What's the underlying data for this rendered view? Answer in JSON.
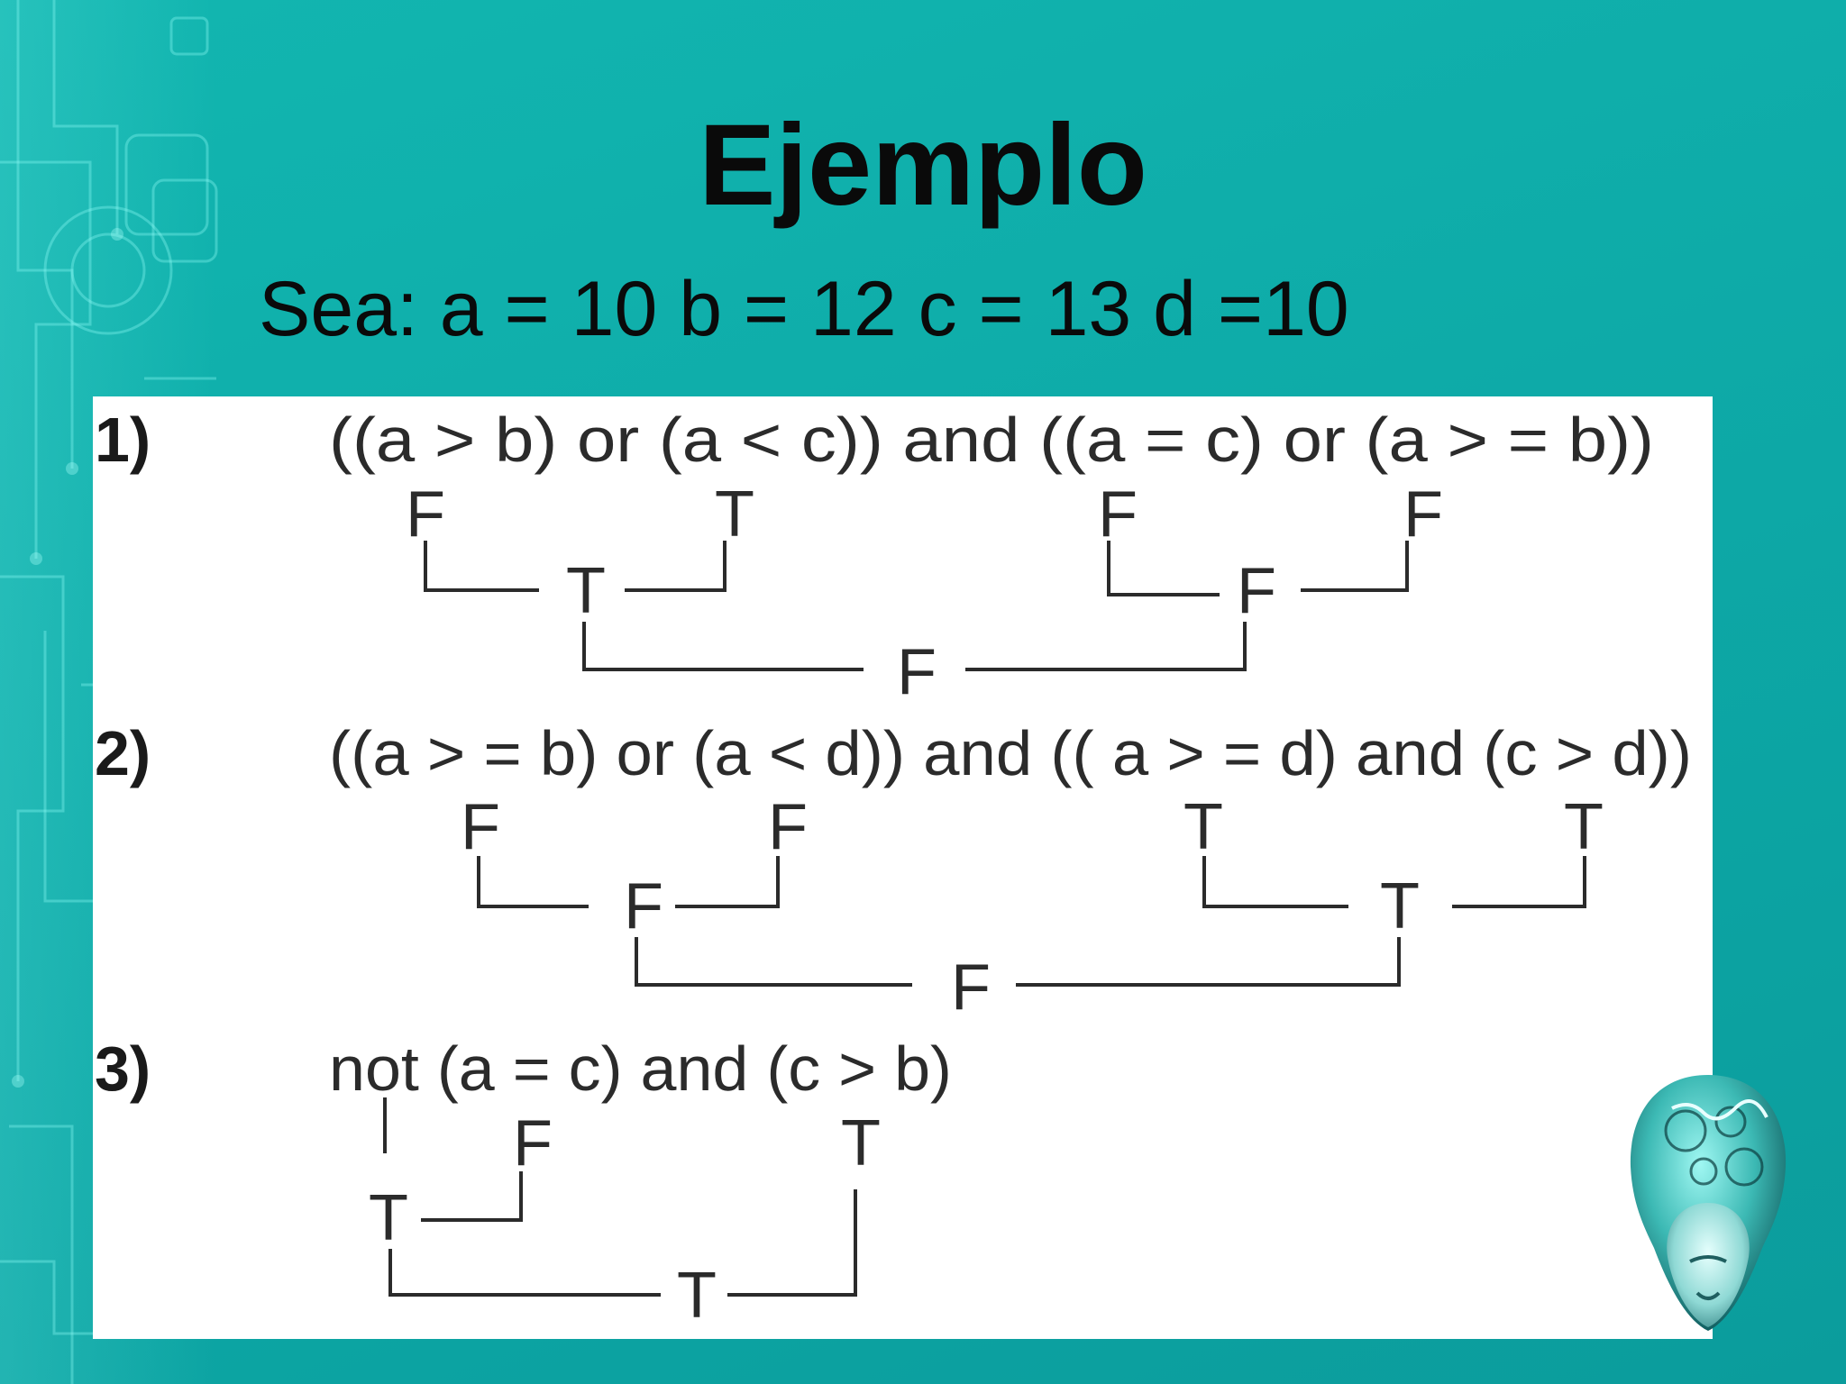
{
  "slide": {
    "title": "Ejemplo",
    "subtitle": "Sea: a = 10 b = 12 c = 13 d =10"
  },
  "examples": [
    {
      "number": "1)",
      "expression": "((a > b) or (a < c)) and ((a = c) or (a > = b))",
      "values": {
        "left_a": "F",
        "left_b": "T",
        "left_result": "T",
        "right_a": "F",
        "right_b": "F",
        "right_result": "F",
        "final": "F"
      }
    },
    {
      "number": "2)",
      "expression": "((a > = b) or (a < d)) and (( a > = d) and (c > d))",
      "values": {
        "left_a": "F",
        "left_b": "F",
        "left_result": "F",
        "right_a": "T",
        "right_b": "T",
        "right_result": "T",
        "final": "F"
      }
    },
    {
      "number": "3)",
      "expression": "not (a = c) and (c > b)",
      "values": {
        "not_operand": "F",
        "not_result": "T",
        "right_value": "T",
        "final": "T"
      }
    }
  ],
  "colors": {
    "background": "#0fb0ac",
    "panel": "#ffffff",
    "text": "#0a0a0a"
  },
  "decorations": {
    "left_strip": "circuit-board-pattern",
    "corner_graphic": "gear-head-icon"
  }
}
